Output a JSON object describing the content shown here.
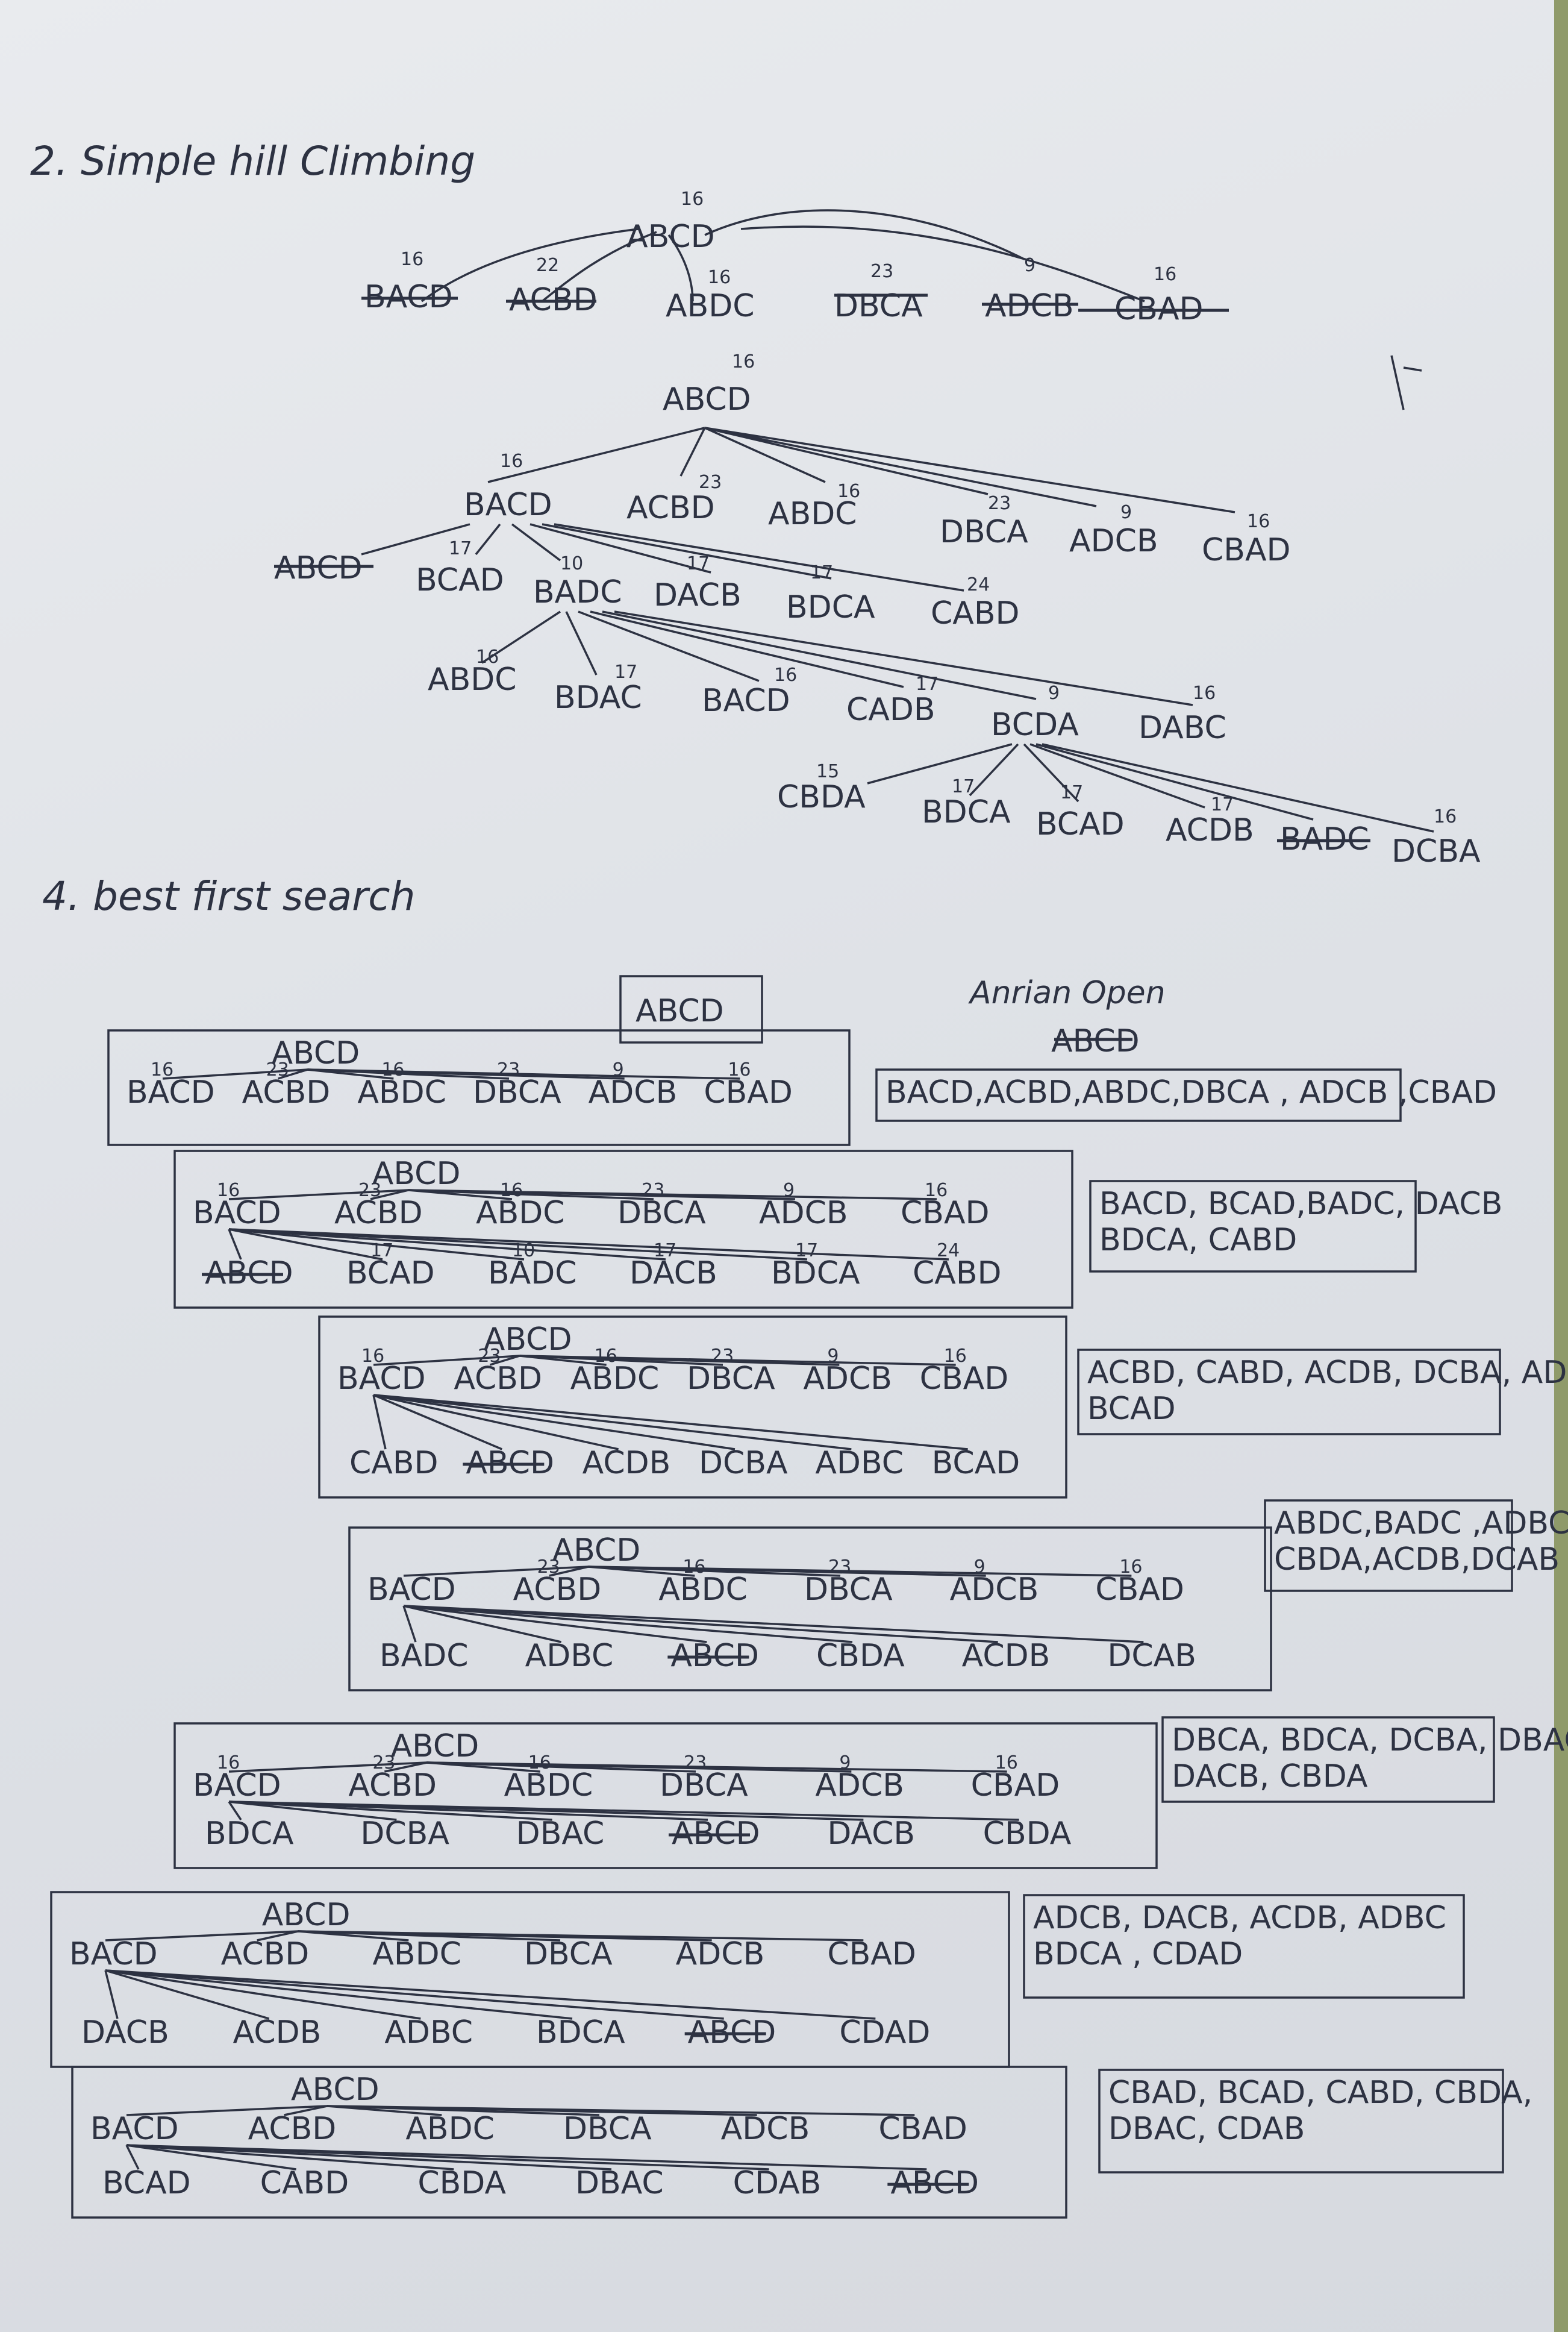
{
  "sections": {
    "hill_climbing_title": "2. Simple hill Climbing",
    "best_first_title": "4. best first search"
  },
  "hc_row0": {
    "root": {
      "label": "ABCD",
      "score": "16"
    },
    "children": [
      {
        "label": "BACD",
        "score": "16",
        "crossed": true
      },
      {
        "label": "ACBD",
        "score": "22",
        "crossed": true
      },
      {
        "label": "ABDC",
        "score": "16",
        "crossed": false
      },
      {
        "label": "DBCA",
        "score": "23",
        "crossed": true
      },
      {
        "label": "ADCB",
        "score": "9",
        "crossed": true
      },
      {
        "label": "CBAD",
        "score": "16",
        "crossed": true
      }
    ]
  },
  "hc_tree": {
    "root": {
      "label": "ABCD",
      "score": "16"
    },
    "level1": [
      {
        "label": "BACD",
        "score": "16"
      },
      {
        "label": "ACBD",
        "score": "23"
      },
      {
        "label": "ABDC",
        "score": "16"
      },
      {
        "label": "DBCA",
        "score": "23"
      },
      {
        "label": "ADCB",
        "score": "9"
      },
      {
        "label": "CBAD",
        "score": "16"
      }
    ],
    "level2": [
      {
        "label": "ABCD",
        "score": "",
        "crossed": true
      },
      {
        "label": "BCAD",
        "score": "17"
      },
      {
        "label": "BADC",
        "score": "10"
      },
      {
        "label": "DACB",
        "score": "17"
      },
      {
        "label": "BDCA",
        "score": "17"
      },
      {
        "label": "CABD",
        "score": "24"
      }
    ],
    "level3": [
      {
        "label": "ABDC",
        "score": "16"
      },
      {
        "label": "BDAC",
        "score": "17"
      },
      {
        "label": "BACD",
        "score": "16"
      },
      {
        "label": "CADB",
        "score": "17"
      },
      {
        "label": "BCDA",
        "score": "9"
      },
      {
        "label": "DABC",
        "score": "16"
      }
    ],
    "level4": [
      {
        "label": "CBDA",
        "score": "15"
      },
      {
        "label": "BDCA",
        "score": "17"
      },
      {
        "label": "BCAD",
        "score": "17"
      },
      {
        "label": "ACDB",
        "score": "17"
      },
      {
        "label": "BADC",
        "score": "",
        "crossed": true
      },
      {
        "label": "DCBA",
        "score": "16"
      }
    ]
  },
  "bfs": {
    "header": {
      "root": "ABCD",
      "col_label": "Anrian Open",
      "col_root": "ABCD"
    },
    "boxes": [
      {
        "root": "ABCD",
        "row1": [
          "BACD",
          "ACBD",
          "ABDC",
          "DBCA",
          "ADCB",
          "CBAD"
        ],
        "scores1": [
          "16",
          "23",
          "16",
          "23",
          "9",
          "16"
        ],
        "row2": [],
        "open": [
          "BACD,ACBD,ABDC,DBCA , ADCB ,CBAD"
        ]
      },
      {
        "root": "ABCD",
        "row1": [
          "BACD",
          "ACBD",
          "ABDC",
          "DBCA",
          "ADCB",
          "CBAD"
        ],
        "scores1": [
          "16",
          "23",
          "16",
          "23",
          "9",
          "16"
        ],
        "row2": [
          "ABCD",
          "BCAD",
          "BADC",
          "DACB",
          "BDCA",
          "CABD"
        ],
        "scores2": [
          "",
          "17",
          "10",
          "17",
          "17",
          "24"
        ],
        "open": [
          "BACD, BCAD,BADC, DACB",
          "BDCA, CABD"
        ]
      },
      {
        "root": "ABCD",
        "row1": [
          "BACD",
          "ACBD",
          "ABDC",
          "DBCA",
          "ADCB",
          "CBAD"
        ],
        "scores1": [
          "16",
          "23",
          "16",
          "23",
          "9",
          "16"
        ],
        "row2": [
          "CABD",
          "ABCD",
          "ACDB",
          "DCBA",
          "ADBC",
          "BCAD"
        ],
        "scores2": [
          "",
          "",
          "",
          "",
          "",
          ""
        ],
        "open": [
          "ACBD, CABD, ACDB, DCBA, ADBC",
          "BCAD"
        ]
      },
      {
        "root": "ABCD",
        "row1": [
          "BACD",
          "ACBD",
          "ABDC",
          "DBCA",
          "ADCB",
          "CBAD"
        ],
        "scores1": [
          "",
          "23",
          "16",
          "23",
          "9",
          "16"
        ],
        "row2": [
          "BADC",
          "ADBC",
          "ABCD",
          "CBDA",
          "ACDB",
          "DCAB"
        ],
        "scores2": [
          "",
          "",
          "",
          "",
          "",
          ""
        ],
        "open": [
          "ABDC,BADC ,ADBC",
          "CBDA,ACDB,DCAB"
        ]
      },
      {
        "root": "ABCD",
        "row1": [
          "BACD",
          "ACBD",
          "ABDC",
          "DBCA",
          "ADCB",
          "CBAD"
        ],
        "scores1": [
          "16",
          "23",
          "16",
          "23",
          "9",
          "16"
        ],
        "row2": [
          "BDCA",
          "DCBA",
          "DBAC",
          "ABCD",
          "DACB",
          "CBDA"
        ],
        "scores2": [
          "",
          "",
          "",
          "",
          "",
          ""
        ],
        "open": [
          "DBCA, BDCA, DCBA, DBAC,",
          "DACB, CBDA"
        ]
      },
      {
        "root": "ABCD",
        "row1": [
          "BACD",
          "ACBD",
          "ABDC",
          "DBCA",
          "ADCB",
          "CBAD"
        ],
        "row1b": [
          "DACB",
          "ACDB",
          "ADBC",
          "BDCA",
          "ABCD",
          "CDAD"
        ],
        "scores1": [
          "",
          "",
          "",
          "",
          "",
          ""
        ],
        "row2": [],
        "open": [
          "ADCB, DACB, ACDB, ADBC",
          "BDCA , CDAD"
        ]
      },
      {
        "root": "ABCD",
        "row1": [
          "BACD",
          "ACBD",
          "ABDC",
          "DBCA",
          "ADCB",
          "CBAD"
        ],
        "row2": [
          "BCAD",
          "CABD",
          "CBDA",
          "DBAC",
          "CDAB",
          "ABCD"
        ],
        "scores1": [
          "",
          "",
          "",
          "",
          "",
          ""
        ],
        "open": [
          "CBAD, BCAD, CABD, CBDA,",
          "DBAC, CDAB"
        ]
      }
    ]
  }
}
